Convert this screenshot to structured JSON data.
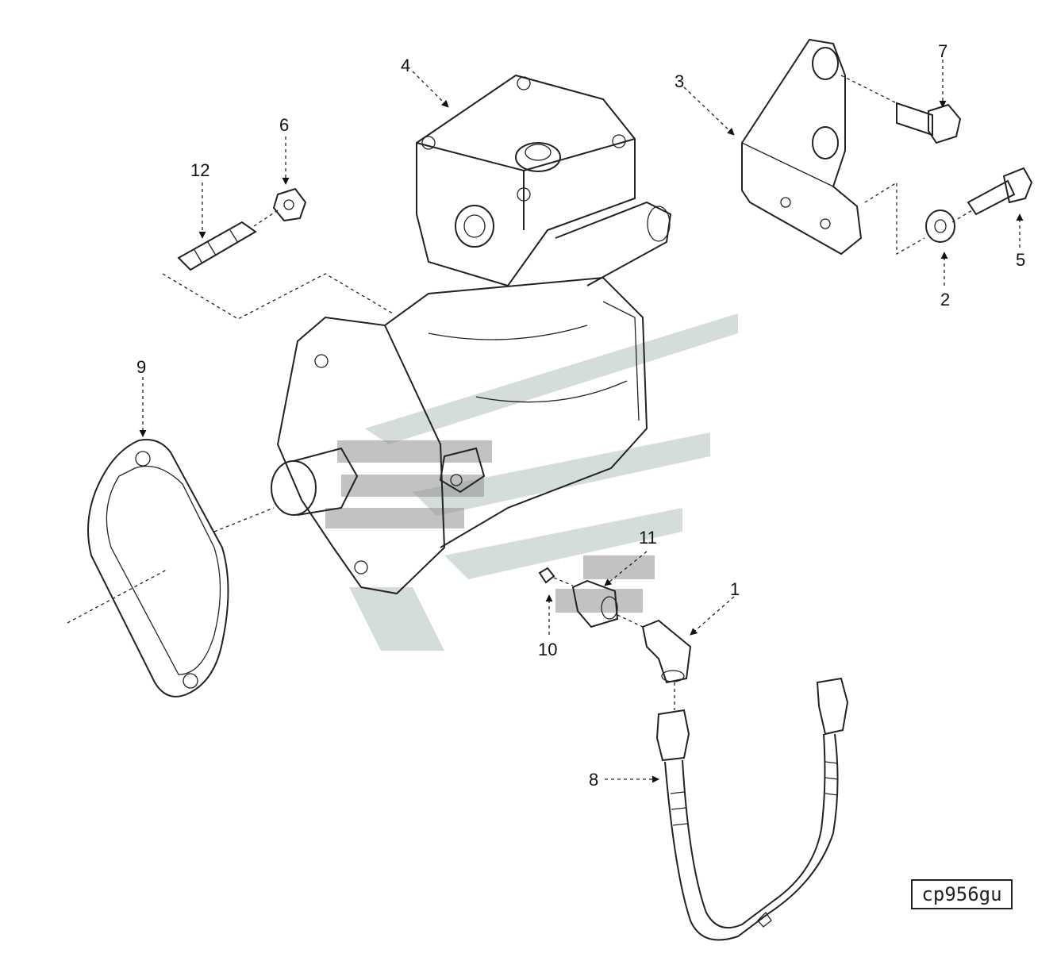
{
  "diagram": {
    "figure_code": "cp956gu",
    "callouts": [
      {
        "id": "c1",
        "label": "1"
      },
      {
        "id": "c2",
        "label": "2"
      },
      {
        "id": "c3",
        "label": "3"
      },
      {
        "id": "c4",
        "label": "4"
      },
      {
        "id": "c5",
        "label": "5"
      },
      {
        "id": "c6",
        "label": "6"
      },
      {
        "id": "c7",
        "label": "7"
      },
      {
        "id": "c8",
        "label": "8"
      },
      {
        "id": "c9",
        "label": "9"
      },
      {
        "id": "c10",
        "label": "10"
      },
      {
        "id": "c11",
        "label": "11"
      },
      {
        "id": "c12",
        "label": "12"
      }
    ]
  }
}
